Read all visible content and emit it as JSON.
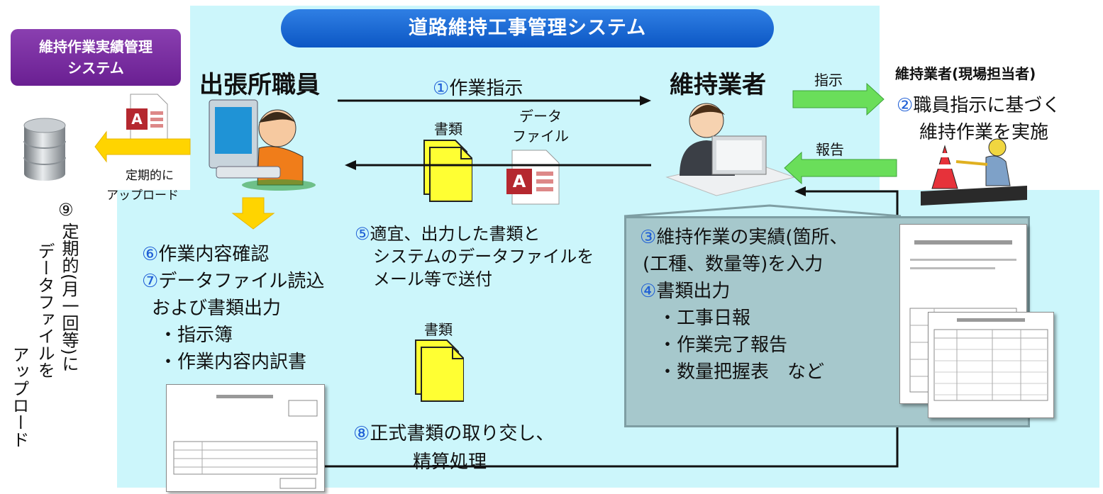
{
  "header": {
    "title": "道路維持工事管理システム"
  },
  "archive_system": {
    "label_line1": "維持作業実績管理",
    "label_line2": "システム"
  },
  "actors": {
    "office_staff": "出張所職員",
    "contractor": "維持業者",
    "field_staff": "維持業者(現場担当者)"
  },
  "flows": {
    "step1": {
      "num": "①",
      "text": "作業指示"
    },
    "instruct_label": "指示",
    "report_label": "報告",
    "docs_label": "書類",
    "datafile_line1": "データ",
    "datafile_line2": "ファイル",
    "upload_line1": "定期的に",
    "upload_line2": "アップロード",
    "docs_label2": "書類"
  },
  "step2": {
    "num": "②",
    "line1": "職員指示に基づく",
    "line2": "維持作業を実施"
  },
  "step5": {
    "num": "⑤",
    "line1": "適宜、出力した書類と",
    "line2": "システムのデータファイルを",
    "line3": "メール等で送付"
  },
  "step6": {
    "num": "⑥",
    "text": "作業内容確認"
  },
  "step7": {
    "num": "⑦",
    "line1": "データファイル読込",
    "line2": "および書類出力",
    "item1": "・指示簿",
    "item2": "・作業内容内訳書"
  },
  "step3": {
    "num": "③",
    "line1": "維持作業の実績(箇所、",
    "line2": "(工種、数量等)を入力"
  },
  "step4": {
    "num": "④",
    "text": "書類出力",
    "item1": "・工事日報",
    "item2": "・作業完了報告",
    "item3": "・数量把握表　など"
  },
  "step8": {
    "num": "⑧",
    "line1": "正式書類の取り交し、",
    "line2": "精算処理"
  },
  "step9": {
    "num": "⑨",
    "col1": "定期的(月一回等)に",
    "col2": "データファイルを",
    "col3": "アップロード"
  },
  "colors": {
    "panel": "#ccf6fb",
    "title": "#0c57c4",
    "badge": "#6a1f92",
    "yellow_arrow": "#ffd400",
    "green_arrow": "#5bd45b",
    "number": "#1f5fd6"
  },
  "icons": [
    "database-icon",
    "access-file-icon",
    "document-stack-icon",
    "person-computer-icon",
    "worker-icon"
  ]
}
